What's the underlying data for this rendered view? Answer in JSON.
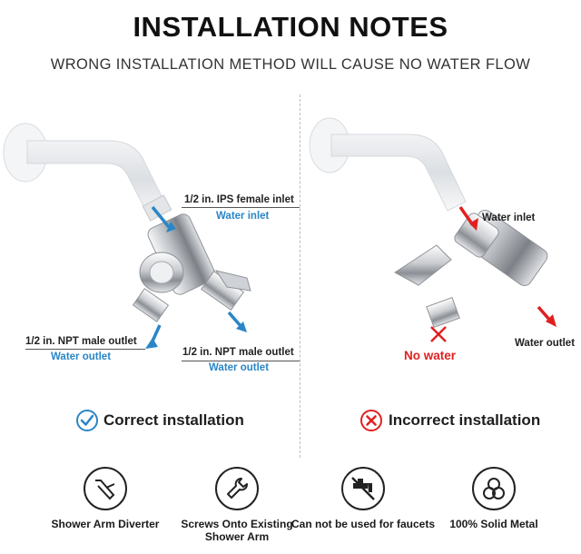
{
  "header": {
    "title": "INSTALLATION NOTES",
    "subtitle": "WRONG INSTALLATION METHOD WILL CAUSE NO WATER FLOW"
  },
  "correct_panel": {
    "inlet_label": "1/2 in. IPS female inlet",
    "inlet_caption": "Water inlet",
    "left_outlet_label": "1/2 in. NPT male outlet",
    "left_outlet_caption": "Water outlet",
    "right_outlet_label": "1/2 in. NPT male outlet",
    "right_outlet_caption": "Water outlet",
    "status": "Correct installation",
    "status_icon": "check-circle-icon",
    "accent_color": "#2a86c6"
  },
  "incorrect_panel": {
    "inlet_caption": "Water inlet",
    "outlet_caption": "Water outlet",
    "no_water_caption": "No water",
    "status": "Incorrect installation",
    "status_icon": "x-circle-icon",
    "accent_color": "#e02020"
  },
  "features": [
    {
      "icon": "shower-arm-icon",
      "label": "Shower Arm Diverter"
    },
    {
      "icon": "wrench-icon",
      "label": "Screws Onto Existing Shower Arm"
    },
    {
      "icon": "no-faucet-icon",
      "label": "Can not be used for faucets"
    },
    {
      "icon": "metal-bars-icon",
      "label": "100% Solid Metal"
    }
  ]
}
